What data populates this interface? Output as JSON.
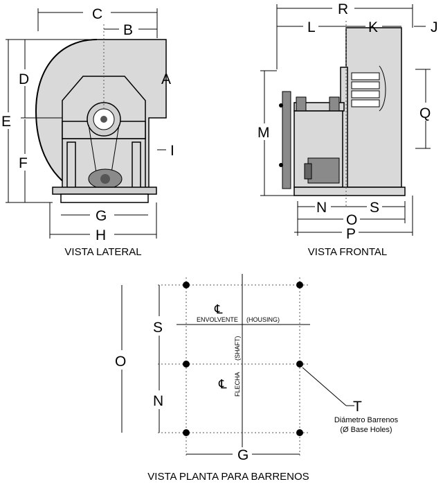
{
  "views": {
    "lateral": {
      "caption": "VISTA LATERAL",
      "dims": {
        "A": "A",
        "B": "B",
        "C": "C",
        "D": "D",
        "E": "E",
        "F": "F",
        "G": "G",
        "H": "H",
        "I": "I"
      }
    },
    "frontal": {
      "caption": "VISTA FRONTAL",
      "dims": {
        "J": "J",
        "K": "K",
        "L": "L",
        "M": "M",
        "N": "N",
        "O": "O",
        "P": "P",
        "Q": "Q",
        "R": "R",
        "S": "S"
      }
    },
    "planta": {
      "caption": "VISTA PLANTA PARA  BARRENOS",
      "dims": {
        "G": "G",
        "N": "N",
        "O": "O",
        "S": "S",
        "T": "T"
      },
      "housing_cl_label": "ENVOLVENTE",
      "housing_cl_label_en": "(HOUSING)",
      "shaft_cl_label": "FLECHA",
      "shaft_cl_label_en": "(SHAFT)",
      "centerline_symbol": "℄",
      "hole_note_line1": "Diámetro Barrenos",
      "hole_note_line2": "(Ø Base Holes)"
    }
  }
}
